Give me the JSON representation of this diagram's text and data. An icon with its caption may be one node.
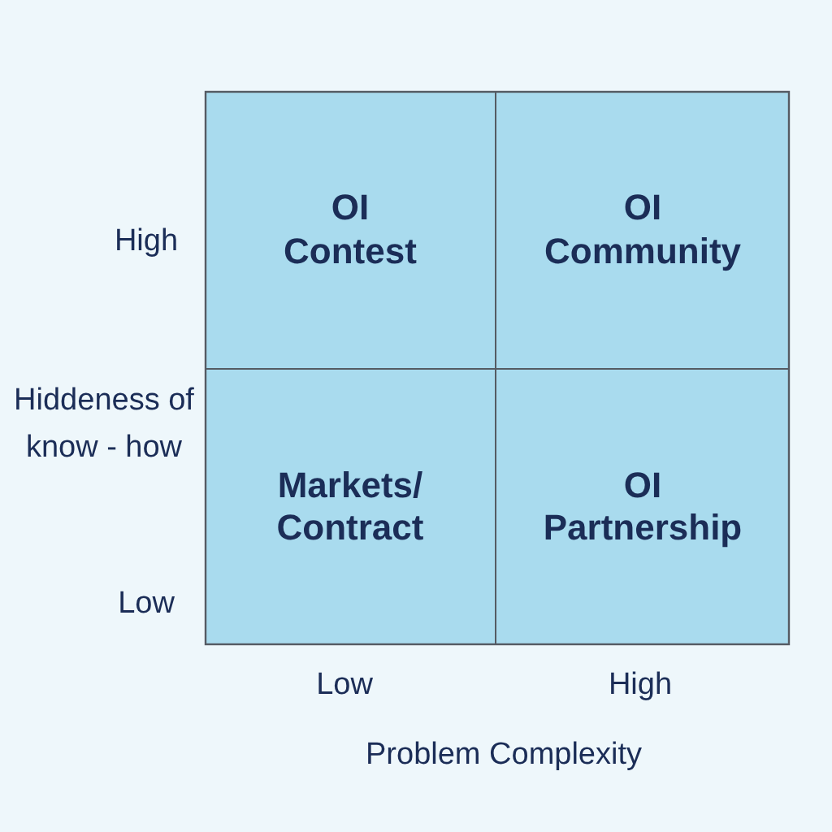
{
  "diagram": {
    "nodes": [
      {
        "text": [
          "OI Contest"
        ]
      },
      {
        "text": [
          "OI Community"
        ]
      },
      {
        "text": [
          "Markets/ Contract"
        ]
      },
      {
        "text": [
          "OI Partnership"
        ]
      }
    ],
    "labels": [
      "High",
      "Hiddeness of know - how",
      "Low",
      "Low",
      "High",
      "Problem Complexity"
    ]
  }
}
